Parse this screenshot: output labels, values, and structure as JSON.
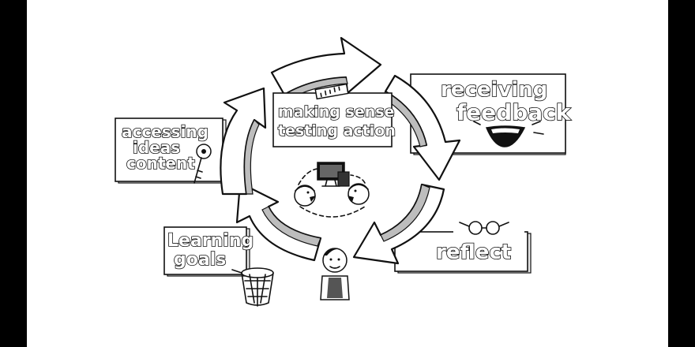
{
  "labels": {
    "center_line1": "making sense",
    "center_line2": "testing action",
    "feedback_line1": "receiving",
    "feedback_line2": "feedback",
    "access_line1": "accessing",
    "access_line2": "ideas",
    "access_line3": "content",
    "goals_line1": "Learning",
    "goals_line2": "goals",
    "reflect": "reflect"
  },
  "icons": [
    "ruler-icon",
    "mouth-icon",
    "key-icon",
    "basketball-hoop-icon",
    "glasses-icon",
    "computer-icon",
    "person-icon"
  ],
  "colors": {
    "ink": "#111111",
    "paper": "#ffffff",
    "shade": "#bdbdbd"
  }
}
